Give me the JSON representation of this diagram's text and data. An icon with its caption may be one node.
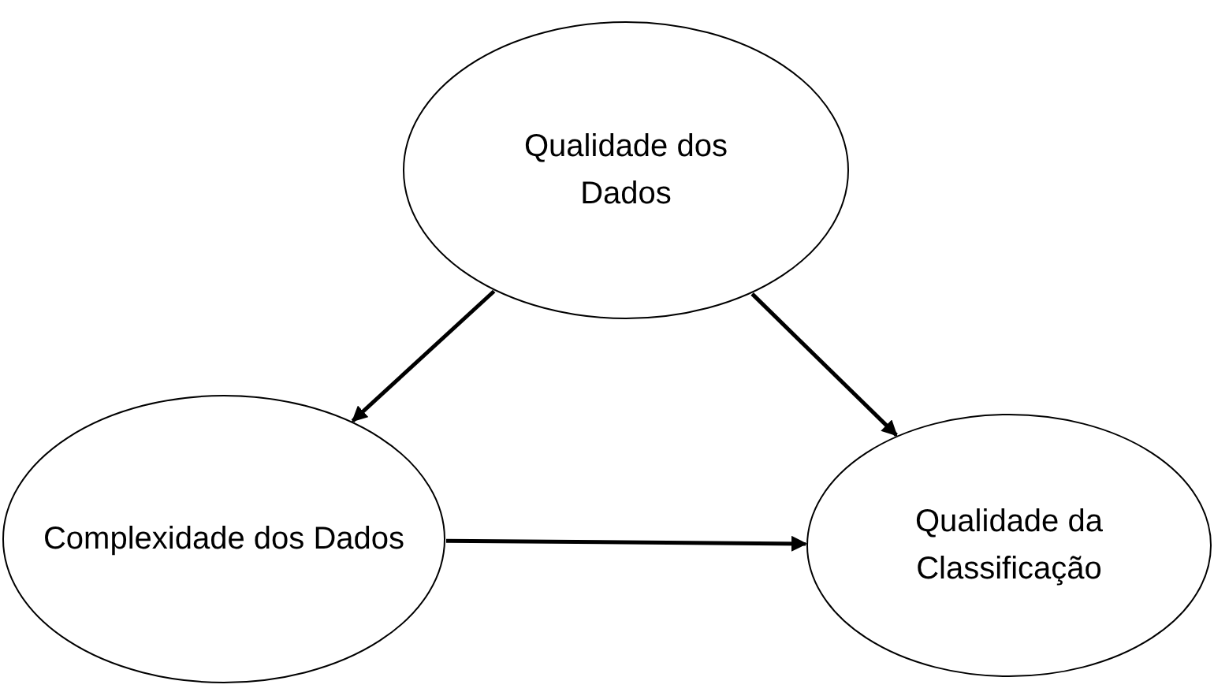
{
  "diagram": {
    "nodes": [
      {
        "text": [
          "Qualidade dos Dados"
        ]
      },
      {
        "text": [
          "Complexidade dos Dados"
        ]
      },
      {
        "text": [
          "Qualidade da Classificação"
        ]
      }
    ],
    "edges": [
      {
        "from": 0,
        "to": 1,
        "arrow": "to"
      },
      {
        "from": 0,
        "to": 2,
        "arrow": "to"
      },
      {
        "from": 1,
        "to": 2,
        "arrow": "to"
      }
    ]
  }
}
